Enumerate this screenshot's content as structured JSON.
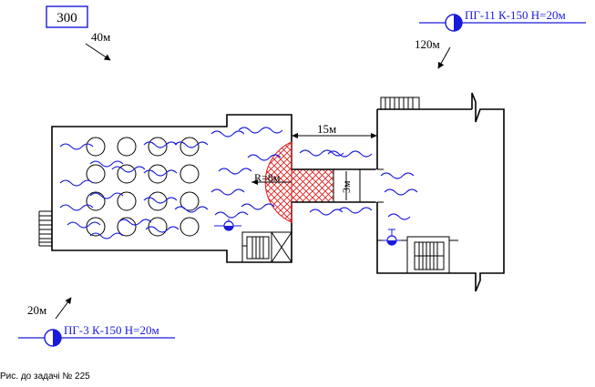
{
  "badge": {
    "text": "300"
  },
  "wind_label": "40м",
  "hydrant_top": {
    "label": "ПГ-11 К-150 Н=20м",
    "distance": "120м"
  },
  "hydrant_bottom": {
    "label": "ПГ-3 К-150 Н=20м",
    "distance": "20м"
  },
  "dimensions": {
    "gap": "15м",
    "radius": "R=8м",
    "width": "3м"
  },
  "caption": "Рис. до задачі № 225",
  "colors": {
    "water": "#1a1adb",
    "fire": "#e02020",
    "hydrant": "#1a1adb"
  }
}
